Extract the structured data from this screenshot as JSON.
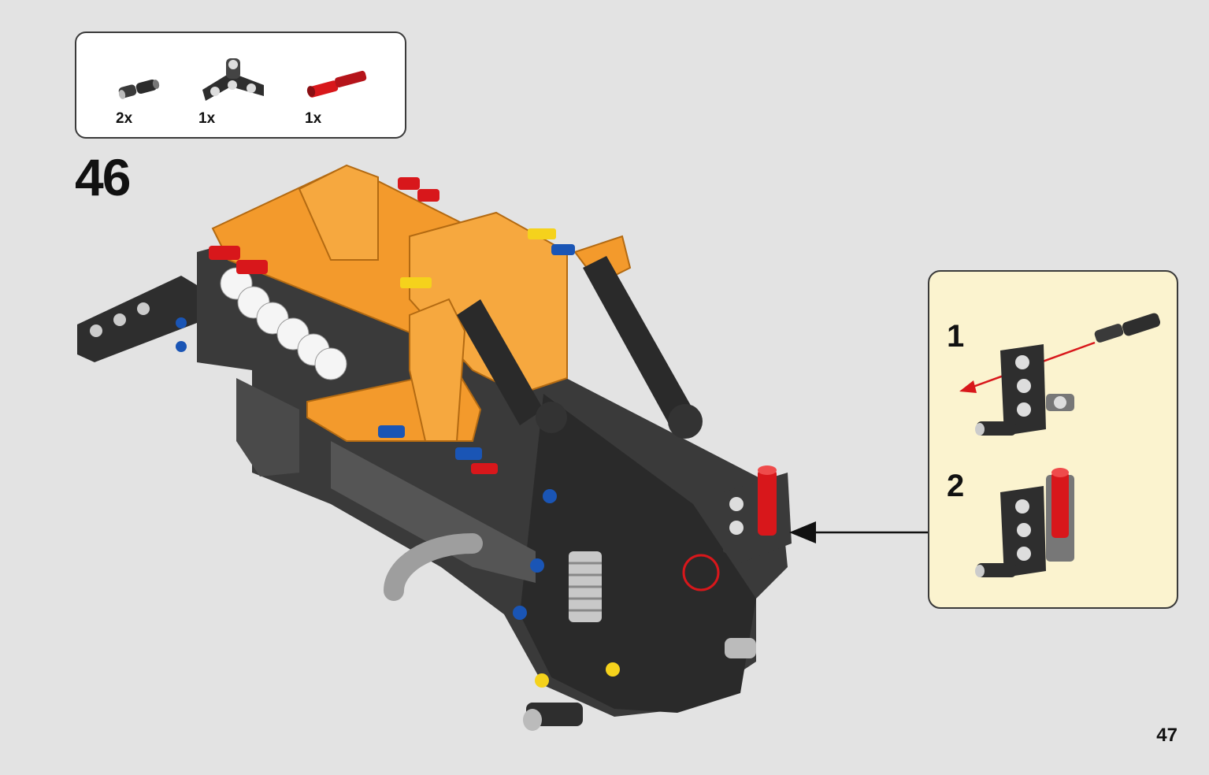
{
  "parts_list": {
    "items": [
      {
        "icon": "black-connector-pin-icon",
        "qty": "2x"
      },
      {
        "icon": "black-angled-beam-icon",
        "qty": "1x"
      },
      {
        "icon": "red-axle-pin-icon",
        "qty": "1x"
      }
    ]
  },
  "step": {
    "number": "46"
  },
  "sub_steps": [
    {
      "number": "1"
    },
    {
      "number": "2"
    }
  ],
  "page": {
    "number": "47"
  },
  "colors": {
    "orange": "#f39a2c",
    "dark_gray": "#2e2e2e",
    "red": "#d8171b",
    "blue": "#1a55b5",
    "yellow": "#f5d21c",
    "callout_bg": "#fbf3cf",
    "page_bg": "#e3e3e3"
  }
}
